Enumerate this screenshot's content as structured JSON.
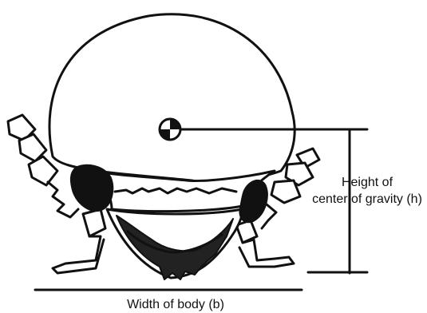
{
  "labels": {
    "height_line1": "Height of",
    "height_line2": "center of gravity (h)",
    "width": "Width of body (b)"
  },
  "colors": {
    "ink": "#111111",
    "background": "#ffffff"
  }
}
